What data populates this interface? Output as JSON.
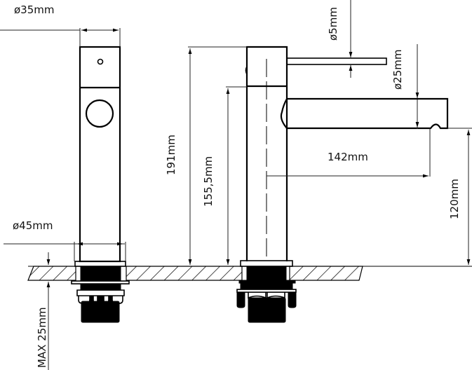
{
  "drawing": {
    "title": "Basin mixer tap dimension drawing",
    "line_color": "#000000",
    "background_color": "#ffffff",
    "views": [
      "front view",
      "side view"
    ]
  },
  "dimensions": {
    "body_diameter": "ø35mm",
    "base_diameter": "ø45mm",
    "lever_diameter": "ø5mm",
    "spout_diameter": "ø25mm",
    "total_height": "191mm",
    "lever_height": "155,5mm",
    "spout_reach": "142mm",
    "spout_height": "120mm",
    "max_deck_thickness": "MAX 25mm"
  }
}
